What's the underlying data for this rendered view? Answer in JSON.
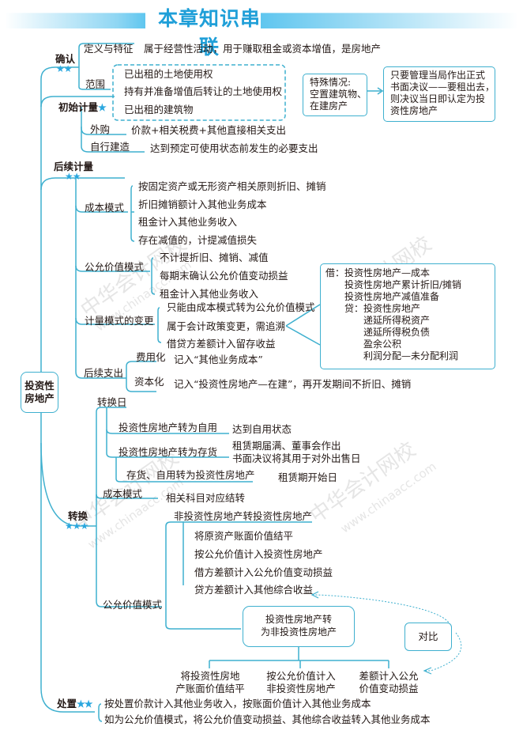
{
  "title": "本章知识串联",
  "root": "投资性房地产",
  "watermarks": [
    {
      "cn": "中华会计网校",
      "url": "www.chinaacc.com"
    }
  ],
  "stars": {
    "two": "★★",
    "one": "★",
    "three": "★★★"
  },
  "recognition": {
    "label": "确认",
    "definition_label": "定义与特征",
    "definition_text": "属于经营性活动，用于赚取租金或资本增值，是房地产",
    "scope_label": "范围",
    "scope_items": [
      "已出租的土地使用权",
      "持有并准备增值后转让的土地使用权",
      "已出租的建筑物"
    ],
    "special_case": [
      "特殊情况:",
      "空置建筑物、",
      "在建房产"
    ],
    "special_note": [
      "只要管理当局作出正式",
      "书面决议——要租出去，",
      "则决议当日即认定为投",
      "资性房地产"
    ]
  },
  "initial": {
    "label": "初始计量",
    "purchase_label": "外购",
    "purchase_text": "价款+相关税费+其他直接相关支出",
    "self_built_label": "自行建造",
    "self_built_text": "达到预定可使用状态前发生的必要支出"
  },
  "subsequent": {
    "label": "后续计量",
    "cost_model_label": "成本模式",
    "cost_model_items": [
      "按固定资产或无形资产相关原则折旧、摊销",
      "折旧摊销额计入其他业务成本",
      "租金计入其他业务收入",
      "存在减值的，计提减值损失"
    ],
    "fair_value_label": "公允价值模式",
    "fair_value_items": [
      "不计提折旧、摊销、减值",
      "每期末确认公允价值变动损益",
      "租金计入其他业务收入"
    ],
    "change_label": "计量模式的变更",
    "change_items": [
      "只能由成本模式转为公允价值模式",
      "属于会计政策变更，需追溯",
      "借贷方差额计入留存收益"
    ],
    "journal": [
      "借：投资性房地产—成本",
      "　　投资性房地产累计折旧/摊销",
      "　　投资性房地产减值准备",
      "　　贷：投资性房地产",
      "　　　　递延所得税资产",
      "　　　　递延所得税负债",
      "　　　　盈余公积",
      "　　　　利润分配—未分配利润"
    ],
    "expenditure_label": "后续支出",
    "expense_label": "费用化",
    "expense_text": "记入“其他业务成本”",
    "capital_label": "资本化",
    "capital_text": "记入“投资性房地产—在建”，再开发期间不折旧、摊销"
  },
  "conversion": {
    "label": "转换",
    "date_label": "转换日",
    "to_self_use": "投资性房地产转为自用",
    "to_self_use_text": "达到自用状态",
    "to_inventory": "投资性房地产转为存货",
    "to_inventory_text": [
      "租赁期届满、董事会作出",
      "书面决议将其用于对外出售日"
    ],
    "to_investment": "存货、自用转为投资性房地产",
    "to_investment_text": "租赁期开始日",
    "cost_model_label": "成本模式",
    "cost_model_text": "相关科目对应结转",
    "fair_value_label": "公允价值模式",
    "non_to_inv_label": "非投资性房地产转投资性房地产",
    "non_to_inv_items": [
      "将原资产账面价值结平",
      "按公允价值计入投资性房地产",
      "借方差额计入公允价值变动损益",
      "贷方差额计入其他综合收益"
    ],
    "inv_to_non_box": [
      "投资性房地产转",
      "为非投资性房地产"
    ],
    "inv_to_non_items": [
      [
        "将投资性房地",
        "产账面价值结平"
      ],
      [
        "按公允价值计入",
        "非投资性房地产"
      ],
      [
        "差额计入公允",
        "价值变动损益"
      ]
    ],
    "compare_label": "对比"
  },
  "disposal": {
    "label": "处置",
    "items": [
      "按处置价款计入其他业务收入，按账面价值计入其他业务成本",
      "如为公允价值模式，将公允价值变动损益、其他综合收益转入其他业务成本"
    ]
  },
  "colors": {
    "line": "#3fb0cf",
    "title": "#1f9fd8",
    "star": "#2aa7df",
    "text": "#231815"
  }
}
